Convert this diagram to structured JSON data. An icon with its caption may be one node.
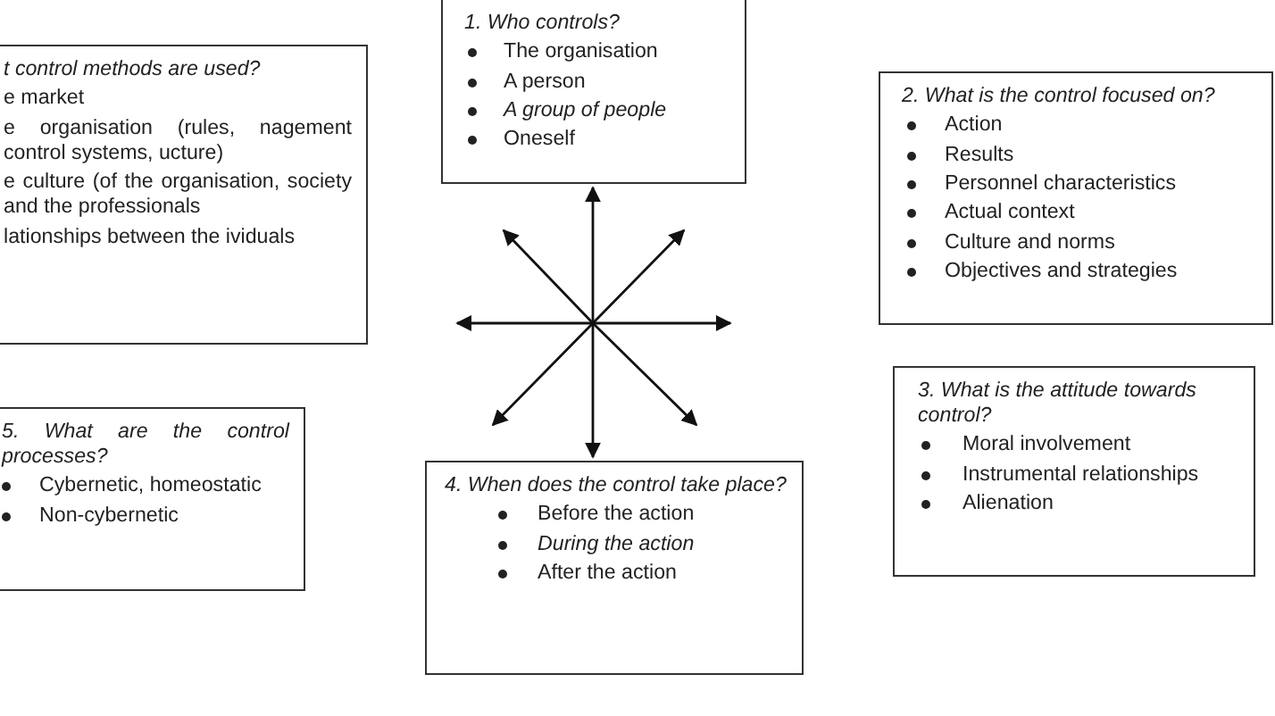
{
  "diagram": {
    "nodes": [
      {
        "text": [
          "1. Who controls?",
          "The organisation",
          "A person",
          "A group of people",
          "Oneself"
        ]
      },
      {
        "text": [
          "t control methods are used?",
          "e market",
          "e organisation (rules, nagement control systems, ucture)",
          "e culture (of the organisation, society and the professionals",
          "lationships between the ividuals"
        ]
      },
      {
        "text": [
          "2. What is the control focused on?",
          "Action",
          "Results",
          "Personnel characteristics",
          "Actual context",
          "Culture and norms",
          "Objectives and strategies"
        ]
      },
      {
        "text": [
          "3. What is the attitude towards control?",
          "Moral involvement",
          "Instrumental relationships",
          "Alienation"
        ]
      },
      {
        "text": [
          "5. What are the control processes?",
          "Cybernetic, homeostatic",
          "Non-cybernetic"
        ]
      },
      {
        "text": [
          "4. When does the control take place?",
          "Before the action",
          "During the action",
          "After the action"
        ]
      }
    ],
    "edges": [
      {
        "from": null,
        "to": 0,
        "arrow": "to"
      },
      {
        "from": null,
        "to": 5,
        "arrow": "to"
      }
    ]
  }
}
